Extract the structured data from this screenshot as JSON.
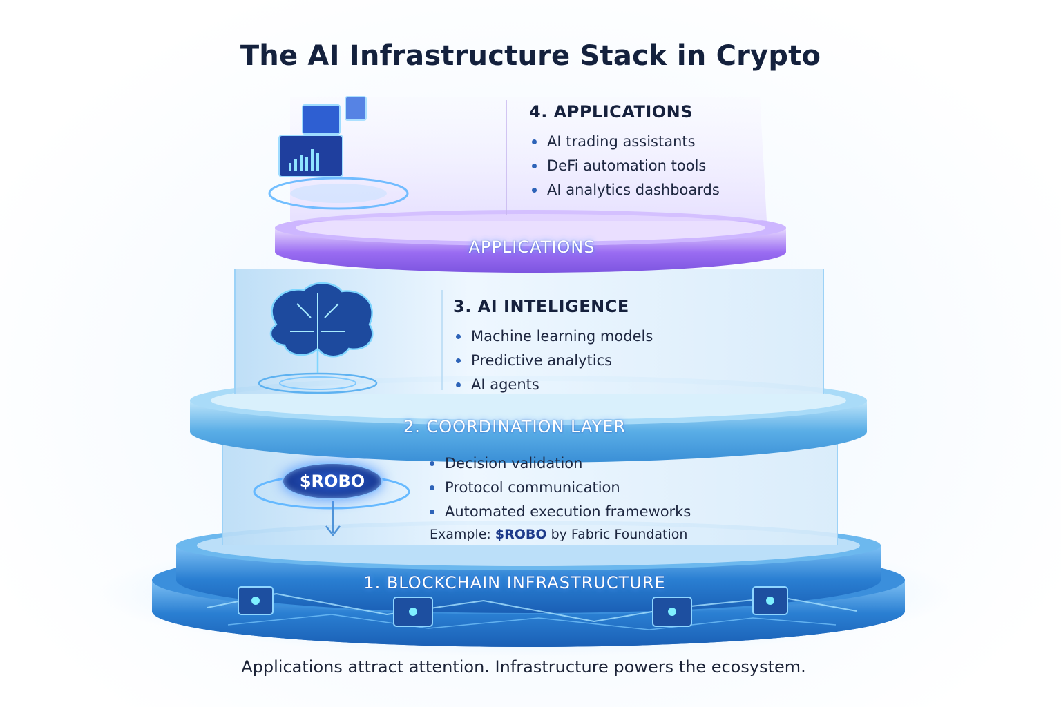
{
  "title": "The AI Infrastructure Stack in Crypto",
  "layers": {
    "applications": {
      "band_label": "APPLICATIONS",
      "heading": "4. APPLICATIONS",
      "items": [
        "AI trading assistants",
        "DeFi automation tools",
        "AI analytics dashboards"
      ],
      "color": "#8a5cf0"
    },
    "intelligence": {
      "heading": "3. AI INTELIGENCE",
      "items": [
        "Machine learning models",
        "Predictive analytics",
        "AI agents"
      ],
      "color": "#5fa8ef"
    },
    "coordination": {
      "band_label": "2. COORDINATION LAYER",
      "items": [
        "Decision validation",
        "Protocol communication",
        "Automated execution frameworks"
      ],
      "example_prefix": "Example:",
      "example_token": "$ROBO",
      "example_suffix": "by Fabric Foundation",
      "badge": "$ROBO",
      "color": "#3f9fe0"
    },
    "blockchain": {
      "band_label": "1. BLOCKCHAIN INFRASTRUCTURE",
      "color": "#1f6fc8"
    }
  },
  "icons": [
    "dashboard-screens-icon",
    "circuit-brain-icon",
    "blockchain-cube-icon",
    "down-arrow-icon"
  ],
  "footer": "Applications attract attention. Infrastructure powers the ecosystem."
}
